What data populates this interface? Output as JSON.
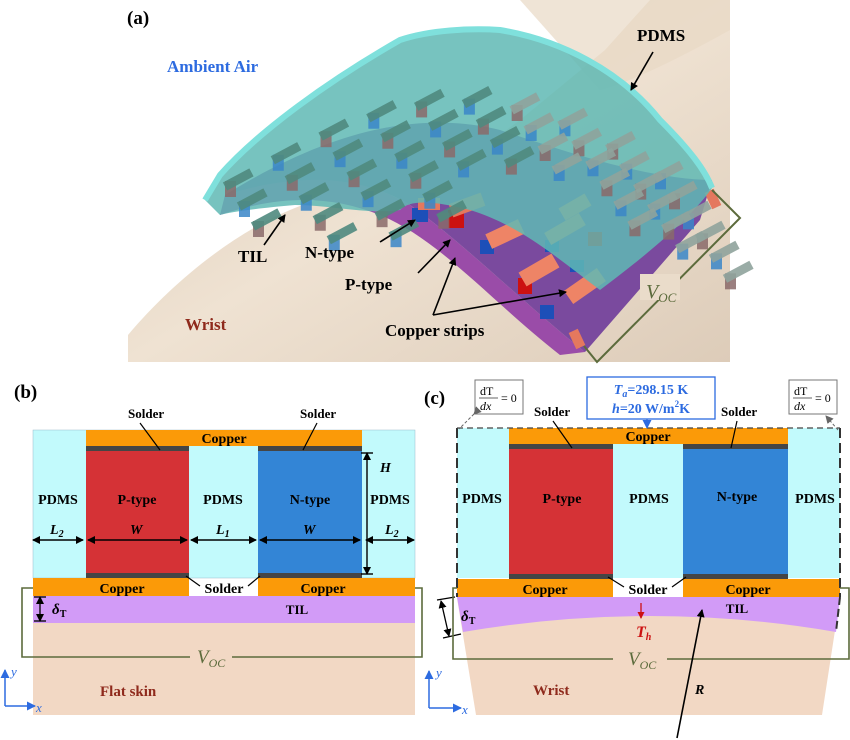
{
  "colors": {
    "pdms": "#c2fafc",
    "pdms_3d": "#6fd6cf",
    "copper": "#fb9a08",
    "solder": "#454545",
    "p_type": "#d53236",
    "n_type": "#3385d6",
    "til": "#d29bf7",
    "til_3d": "#9a4ca8",
    "skin": "#f2d8c4",
    "skin_3d": "#eee0cf",
    "voc_wire": "#5c6b3c",
    "accent_blue": "#2d6be0",
    "label_red": "#8f2a1c",
    "th_red": "#cc1111",
    "copper_strip": "#ee8466"
  },
  "panel_a": {
    "tag": "(a)",
    "ambient_air": "Ambient Air",
    "pdms": "PDMS",
    "til": "TIL",
    "n_type": "N-type",
    "p_type": "P-type",
    "copper_strips": "Copper strips",
    "wrist": "Wrist",
    "voc_main": "V",
    "voc_sub": "OC"
  },
  "panel_b": {
    "tag": "(b)",
    "solder_left": "Solder",
    "solder_right": "Solder",
    "solder_bottom": "Solder",
    "copper_top": "Copper",
    "copper_bottom_left": "Copper",
    "copper_bottom_right": "Copper",
    "pdms_left": "PDMS",
    "pdms_mid": "PDMS",
    "pdms_right": "PDMS",
    "p_type": "P-type",
    "n_type": "N-type",
    "dim_l2_left_main": "L",
    "dim_l2_left_sub": "2",
    "dim_w_left": "W",
    "dim_l1_main": "L",
    "dim_l1_sub": "1",
    "dim_w_right": "W",
    "dim_l2_right_main": "L",
    "dim_l2_right_sub": "2",
    "dim_h": "H",
    "delta_main": "δ",
    "delta_sub": "T",
    "til": "TIL",
    "voc_main": "V",
    "voc_sub": "OC",
    "skin": "Flat skin",
    "axis_x": "x",
    "axis_y": "y"
  },
  "panel_c": {
    "tag": "(c)",
    "bc_left_num": "dT",
    "bc_left_den": "dx",
    "bc_left_eq": "= 0",
    "bc_right_num": "dT",
    "bc_right_den": "dx",
    "bc_right_eq": "= 0",
    "ambient_line1_main": "T",
    "ambient_line1_sub": "a",
    "ambient_line1_rest": "=298.15 K",
    "ambient_line2_main": "h",
    "ambient_line2_rest": "=20 W/m",
    "ambient_line2_sup": "2",
    "ambient_line2_end": "K",
    "solder_left": "Solder",
    "solder_right": "Solder",
    "solder_bottom": "Solder",
    "copper_top": "Copper",
    "copper_bottom_left": "Copper",
    "copper_bottom_right": "Copper",
    "pdms_left": "PDMS",
    "pdms_mid": "PDMS",
    "pdms_right": "PDMS",
    "p_type": "P-type",
    "n_type": "N-type",
    "delta_main": "δ",
    "delta_sub": "T",
    "til": "TIL",
    "th_main": "T",
    "th_sub": "h",
    "voc_main": "V",
    "voc_sub": "OC",
    "skin": "Wrist",
    "radius": "R",
    "axis_x": "x",
    "axis_y": "y"
  }
}
